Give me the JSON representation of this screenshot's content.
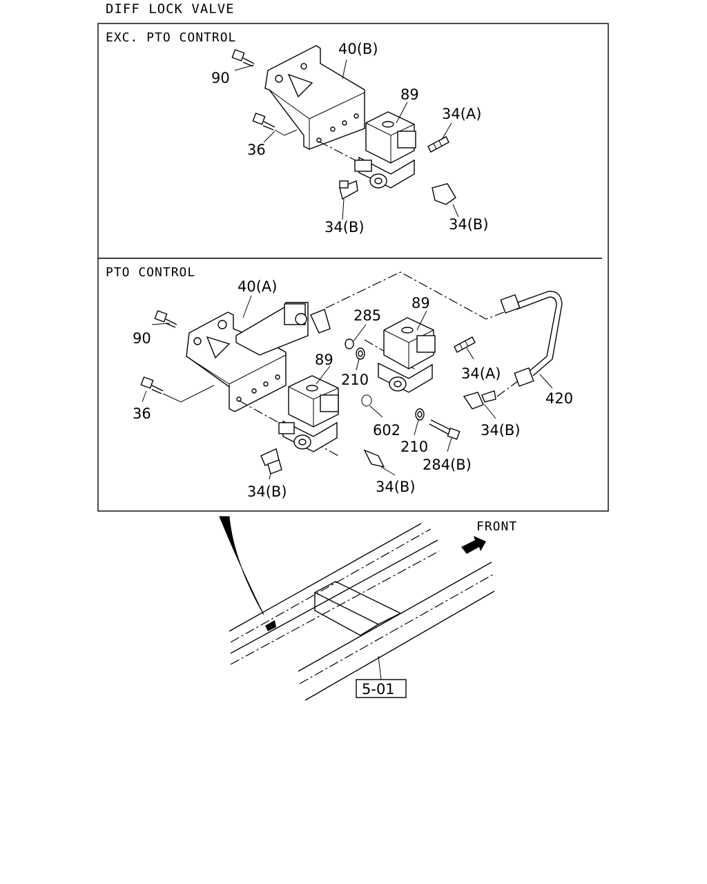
{
  "title": "DIFF LOCK VALVE",
  "panels": {
    "top": {
      "heading": "EXC. PTO CONTROL"
    },
    "bottom": {
      "heading": "PTO CONTROL"
    }
  },
  "top_labels": {
    "bolt_90": "90",
    "bracket": "40(B)",
    "valve": "89",
    "fitting_a": "34(A)",
    "bolt_36": "36",
    "fitting_b_left": "34(B)",
    "fitting_b_right": "34(B)"
  },
  "bottom_labels": {
    "bracket": "40(A)",
    "bolt_90": "90",
    "bolt_36": "36",
    "part_285": "285",
    "valve_upper": "89",
    "valve_lower": "89",
    "washer_210_upper": "210",
    "fitting_a": "34(A)",
    "pipe": "420",
    "oring_602": "602",
    "washer_210_lower": "210",
    "fitting_b_mid": "34(B)",
    "bolt_284": "284(B)",
    "fitting_b_lower_left": "34(B)",
    "fitting_b_lower_mid": "34(B)"
  },
  "frame": {
    "front_label": "FRONT",
    "ref_box": "5-01"
  },
  "icons": [
    "front-arrow-icon",
    "location-marker-icon"
  ]
}
